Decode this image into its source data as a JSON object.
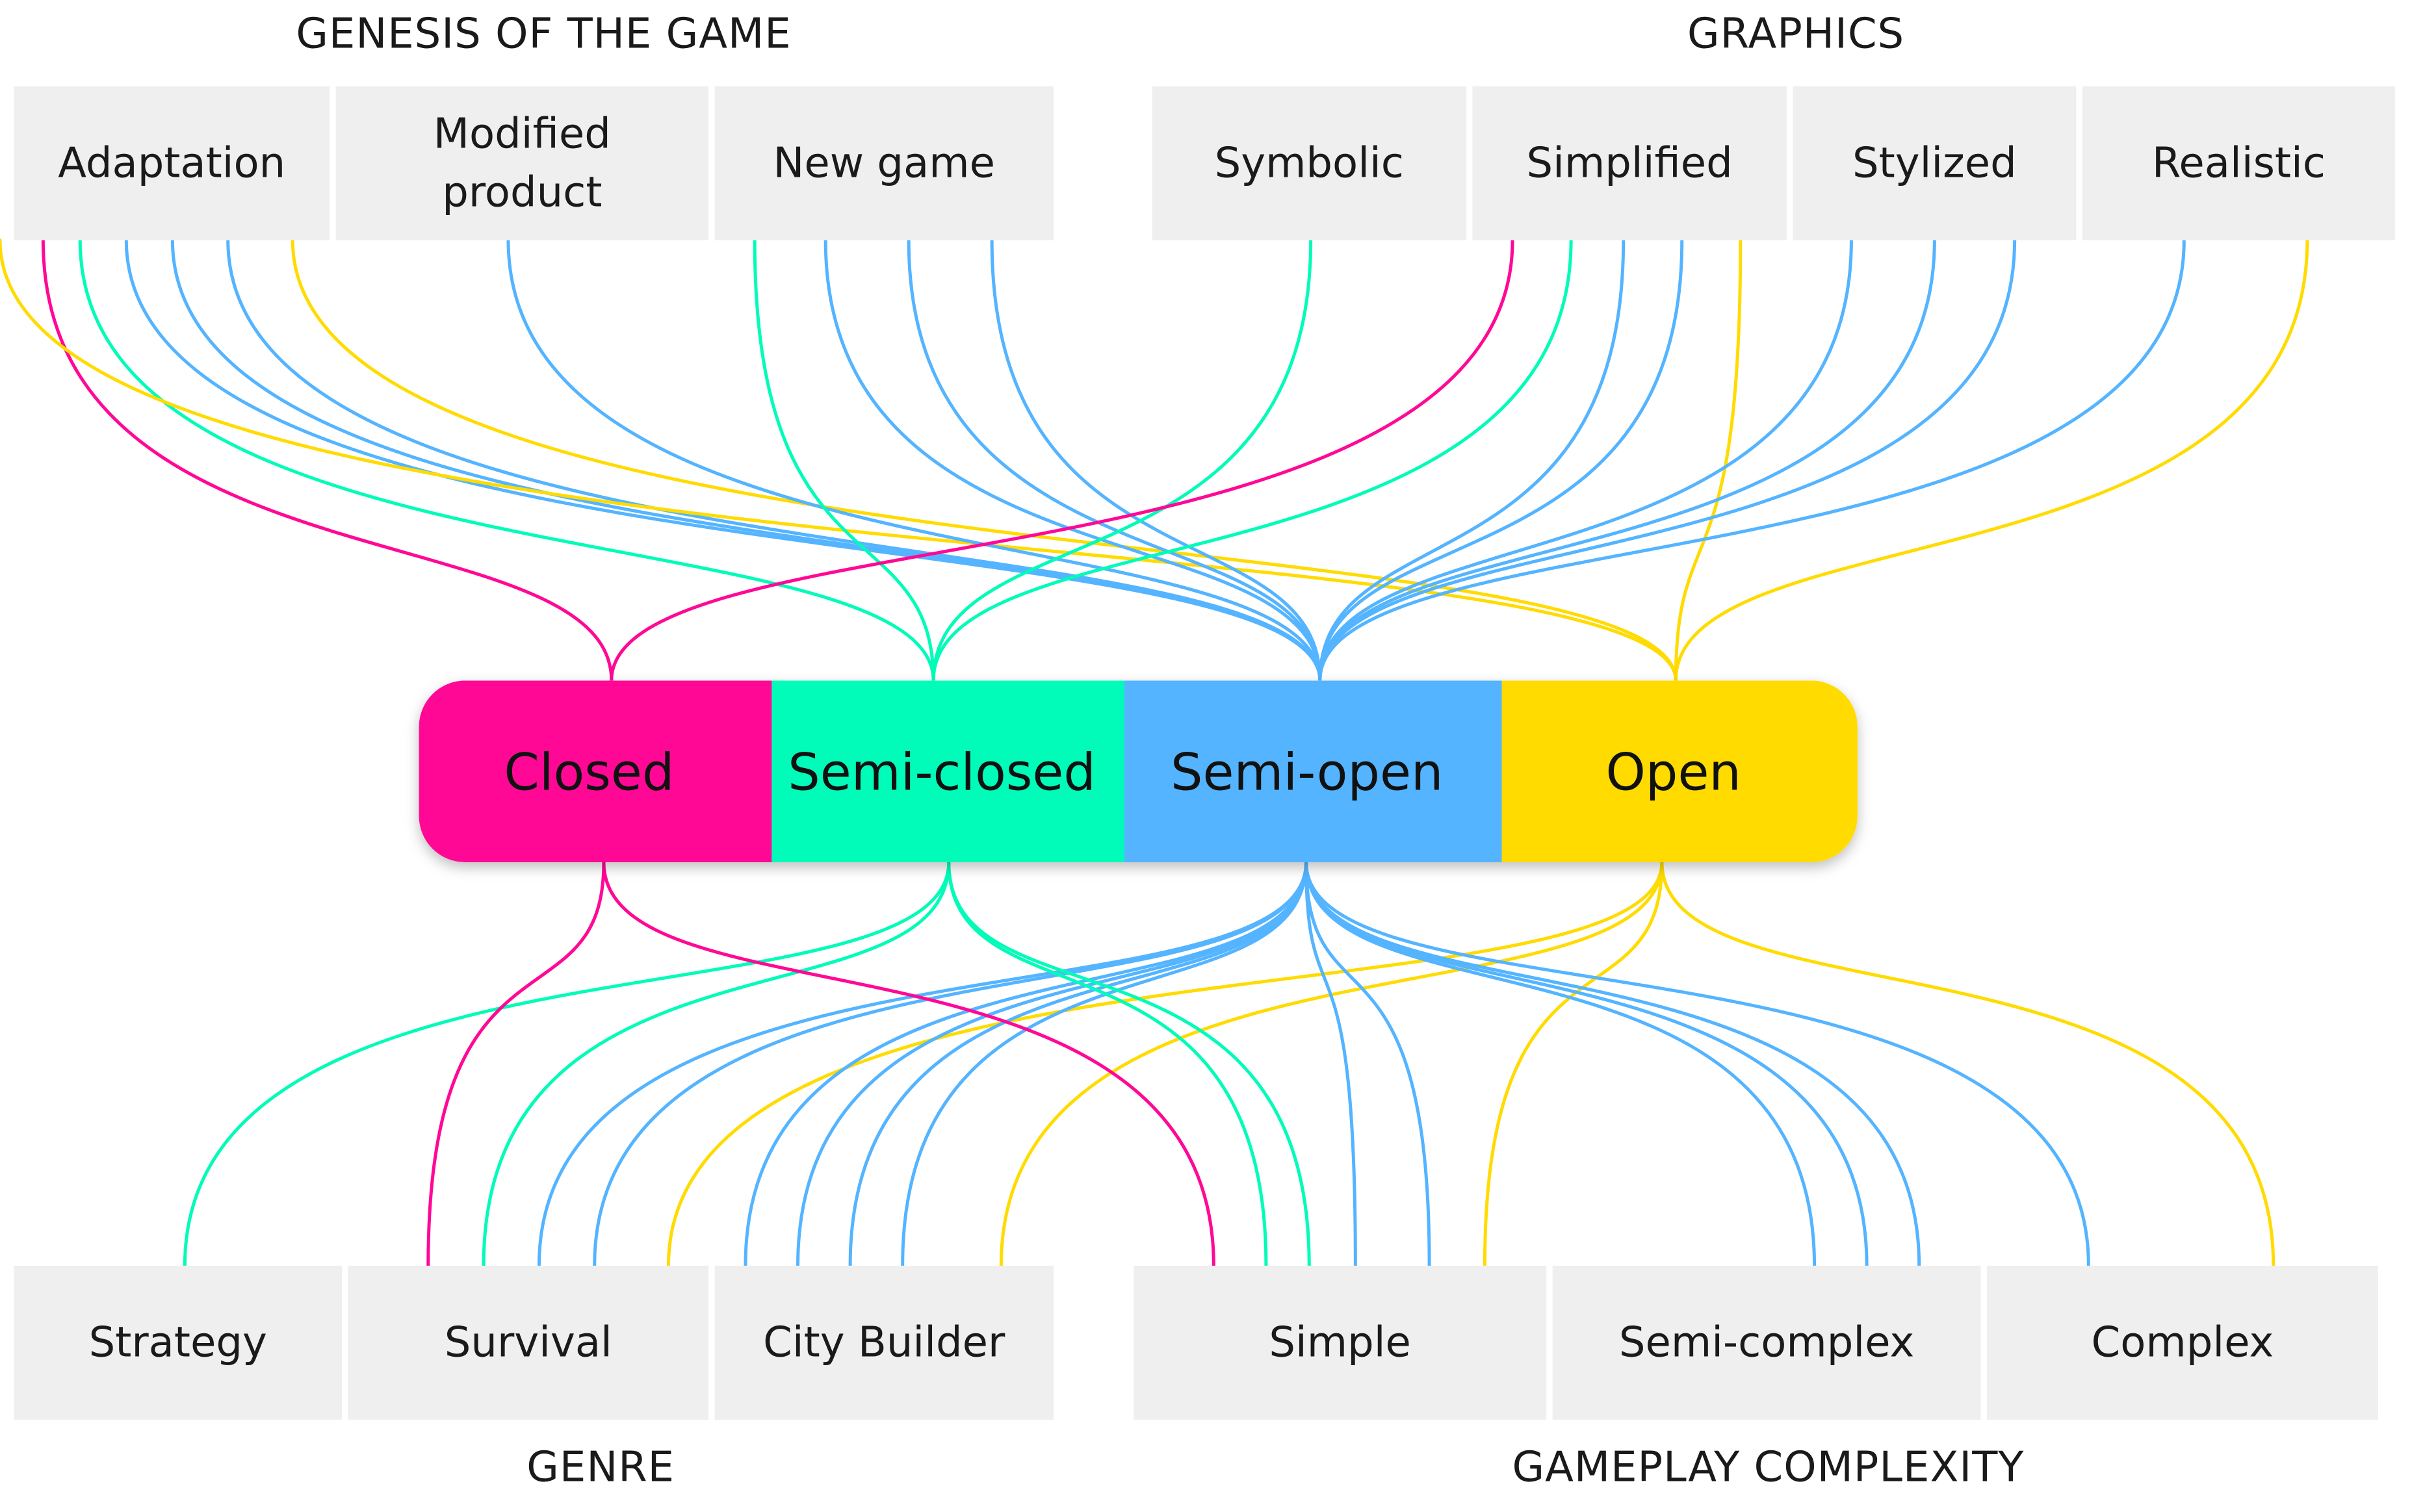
{
  "top_groups": [
    {
      "id": "genesis",
      "label": "GENESIS OF THE GAME",
      "boxes": [
        {
          "id": "adaptation",
          "lines": [
            "Adaptation"
          ]
        },
        {
          "id": "modified-product",
          "lines": [
            "Modified",
            "product"
          ]
        },
        {
          "id": "new-game",
          "lines": [
            "New game"
          ]
        }
      ]
    },
    {
      "id": "graphics",
      "label": "GRAPHICS",
      "boxes": [
        {
          "id": "symbolic",
          "lines": [
            "Symbolic"
          ]
        },
        {
          "id": "simplified",
          "lines": [
            "Simplified"
          ]
        },
        {
          "id": "stylized",
          "lines": [
            "Stylized"
          ]
        },
        {
          "id": "realistic",
          "lines": [
            "Realistic"
          ]
        }
      ]
    }
  ],
  "bottom_groups": [
    {
      "id": "genre",
      "label": "GENRE",
      "boxes": [
        {
          "id": "strategy",
          "lines": [
            "Strategy"
          ]
        },
        {
          "id": "survival",
          "lines": [
            "Survival"
          ]
        },
        {
          "id": "city-builder",
          "lines": [
            "City Builder"
          ]
        }
      ]
    },
    {
      "id": "gameplay-complexity",
      "label": "GAMEPLAY COMPLEXITY",
      "boxes": [
        {
          "id": "simple",
          "lines": [
            "Simple"
          ]
        },
        {
          "id": "semi-complex",
          "lines": [
            "Semi-complex"
          ]
        },
        {
          "id": "complex",
          "lines": [
            "Complex"
          ]
        }
      ]
    }
  ],
  "categories": [
    {
      "id": "closed",
      "label": "Closed",
      "color": "#ff0896"
    },
    {
      "id": "semi-closed",
      "label": "Semi-closed",
      "color": "#00fcb8"
    },
    {
      "id": "semi-open",
      "label": "Semi-open",
      "color": "#54b4ff"
    },
    {
      "id": "open",
      "label": "Open",
      "color": "#ffdb00"
    }
  ],
  "connections": [
    {
      "from": "adaptation",
      "to": "closed"
    },
    {
      "from": "adaptation",
      "to": "semi-closed"
    },
    {
      "from": "adaptation",
      "to": "semi-open"
    },
    {
      "from": "adaptation",
      "to": "semi-open"
    },
    {
      "from": "adaptation",
      "to": "semi-open"
    },
    {
      "from": "adaptation",
      "to": "open"
    },
    {
      "from": "adaptation",
      "to": "open"
    },
    {
      "from": "modified-product",
      "to": "semi-open"
    },
    {
      "from": "new-game",
      "to": "semi-closed"
    },
    {
      "from": "new-game",
      "to": "semi-open"
    },
    {
      "from": "new-game",
      "to": "semi-open"
    },
    {
      "from": "new-game",
      "to": "semi-open"
    },
    {
      "from": "symbolic",
      "to": "semi-closed"
    },
    {
      "from": "simplified",
      "to": "closed"
    },
    {
      "from": "simplified",
      "to": "semi-closed"
    },
    {
      "from": "simplified",
      "to": "semi-open"
    },
    {
      "from": "simplified",
      "to": "semi-open"
    },
    {
      "from": "simplified",
      "to": "open"
    },
    {
      "from": "stylized",
      "to": "semi-open"
    },
    {
      "from": "stylized",
      "to": "semi-open"
    },
    {
      "from": "stylized",
      "to": "semi-open"
    },
    {
      "from": "realistic",
      "to": "semi-open"
    },
    {
      "from": "realistic",
      "to": "open"
    },
    {
      "from": "strategy",
      "to": "semi-closed"
    },
    {
      "from": "survival",
      "to": "closed"
    },
    {
      "from": "survival",
      "to": "semi-closed"
    },
    {
      "from": "survival",
      "to": "semi-open"
    },
    {
      "from": "survival",
      "to": "semi-open"
    },
    {
      "from": "city-builder",
      "to": "open"
    },
    {
      "from": "city-builder",
      "to": "semi-open"
    },
    {
      "from": "city-builder",
      "to": "semi-open"
    },
    {
      "from": "city-builder",
      "to": "semi-open"
    },
    {
      "from": "city-builder",
      "to": "semi-open"
    },
    {
      "from": "city-builder",
      "to": "open"
    },
    {
      "from": "simple",
      "to": "closed"
    },
    {
      "from": "simple",
      "to": "semi-closed"
    },
    {
      "from": "simple",
      "to": "semi-closed"
    },
    {
      "from": "simple",
      "to": "semi-open"
    },
    {
      "from": "simple",
      "to": "semi-open"
    },
    {
      "from": "semi-complex",
      "to": "open"
    },
    {
      "from": "semi-complex",
      "to": "semi-open"
    },
    {
      "from": "semi-complex",
      "to": "semi-open"
    },
    {
      "from": "semi-complex",
      "to": "semi-open"
    },
    {
      "from": "complex",
      "to": "semi-open"
    },
    {
      "from": "complex",
      "to": "open"
    }
  ]
}
